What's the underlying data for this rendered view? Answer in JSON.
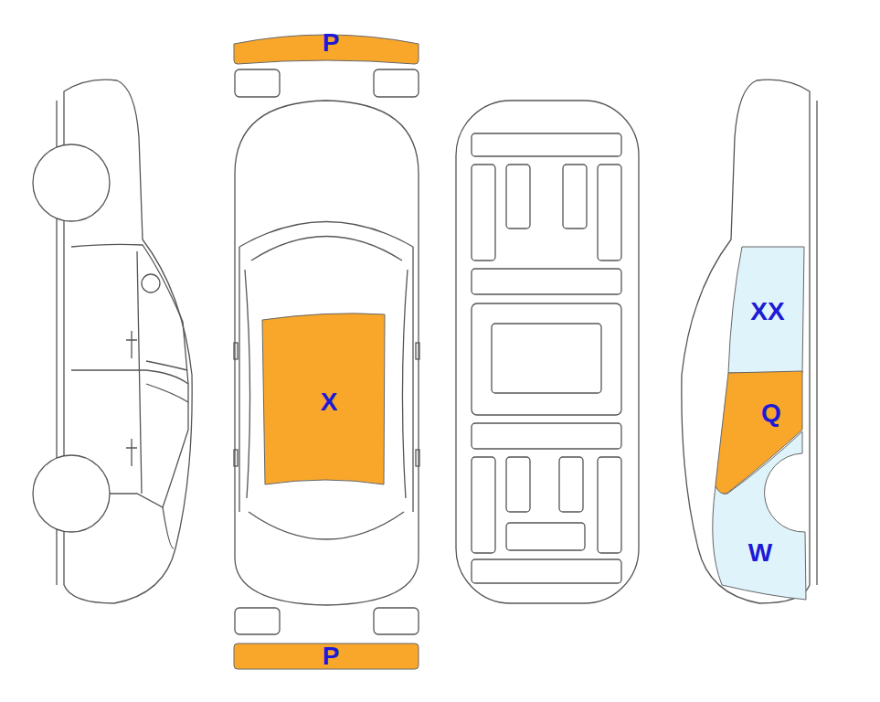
{
  "diagram": {
    "nodes": [
      {
        "text": [
          "P"
        ]
      },
      {
        "text": [
          "XX"
        ]
      },
      {
        "text": [
          "X"
        ]
      },
      {
        "text": [
          "Q"
        ]
      },
      {
        "text": [
          "W"
        ]
      },
      {
        "text": [
          "P"
        ]
      }
    ]
  }
}
